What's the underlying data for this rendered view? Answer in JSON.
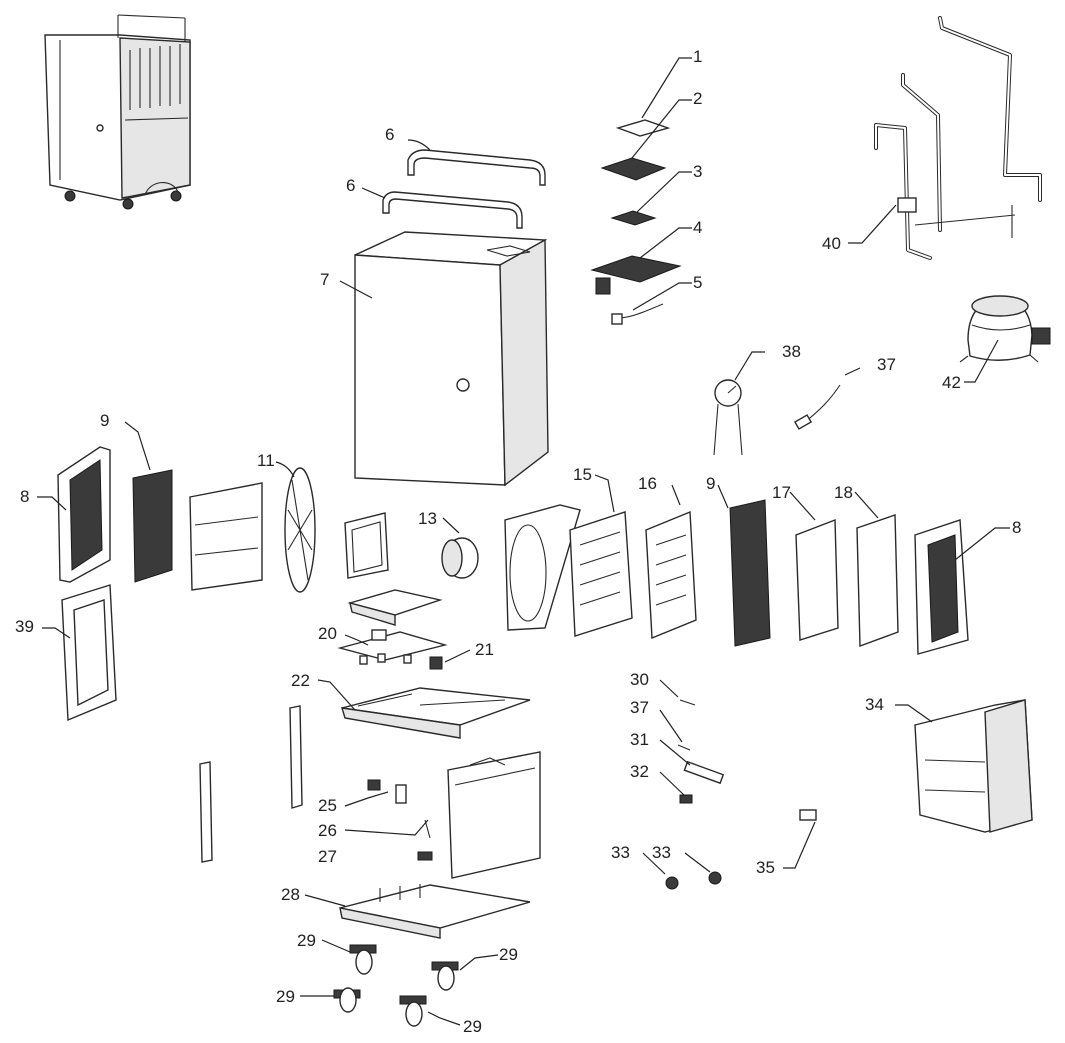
{
  "diagram": {
    "part_labels": {
      "p1": "1",
      "p2": "2",
      "p3": "3",
      "p4": "4",
      "p5": "5",
      "p6a": "6",
      "p6b": "6",
      "p7": "7",
      "p8a": "8",
      "p8b": "8",
      "p9a": "9",
      "p9b": "9",
      "p11": "11",
      "p13": "13",
      "p15": "15",
      "p16": "16",
      "p17": "17",
      "p18": "18",
      "p20": "20",
      "p21": "21",
      "p22": "22",
      "p25": "25",
      "p26": "26",
      "p27": "27",
      "p28": "28",
      "p29a": "29",
      "p29b": "29",
      "p29c": "29",
      "p29d": "29",
      "p30": "30",
      "p31": "31",
      "p32": "32",
      "p33a": "33",
      "p33b": "33",
      "p34": "34",
      "p35": "35",
      "p37a": "37",
      "p37b": "37",
      "p38": "38",
      "p39": "39",
      "p40": "40",
      "p42": "42"
    }
  }
}
